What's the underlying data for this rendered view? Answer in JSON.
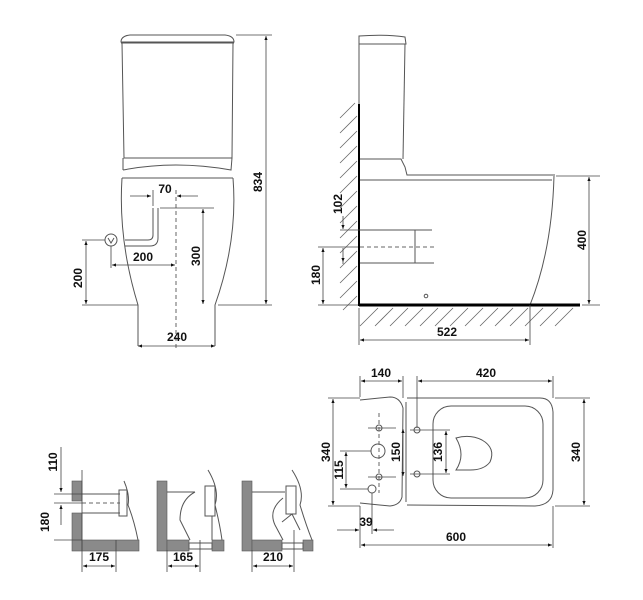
{
  "drawing": {
    "type": "technical-dimension-drawing",
    "subject": "close-coupled toilet",
    "units": "mm"
  },
  "front_view": {
    "dims": {
      "total_height": "834",
      "inlet_offset": "70",
      "supply_horizontal": "200",
      "inlet_height": "300",
      "supply_height": "200",
      "base_width": "240"
    }
  },
  "side_view": {
    "dims": {
      "outlet_spacing": "102",
      "outlet_height": "180",
      "seat_height": "400",
      "depth": "522"
    }
  },
  "top_view": {
    "dims": {
      "tank_depth": "140",
      "bowl_length": "420",
      "width_left": "340",
      "width_right": "340",
      "hole_spacing_150": "150",
      "hole_spacing_136": "136",
      "hole_offset_115": "115",
      "hole_offset_39": "39",
      "total_length": "600"
    }
  },
  "installation_details": [
    {
      "name": "horizontal-outlet",
      "dims": {
        "a": "110",
        "b": "180",
        "c": "175"
      }
    },
    {
      "name": "vertical-outlet",
      "dims": {
        "c": "165"
      }
    },
    {
      "name": "angled-outlet",
      "dims": {
        "c": "210"
      }
    }
  ],
  "colors": {
    "line": "#555555",
    "text": "#111111",
    "wall_fill": "#8a8a8a"
  }
}
